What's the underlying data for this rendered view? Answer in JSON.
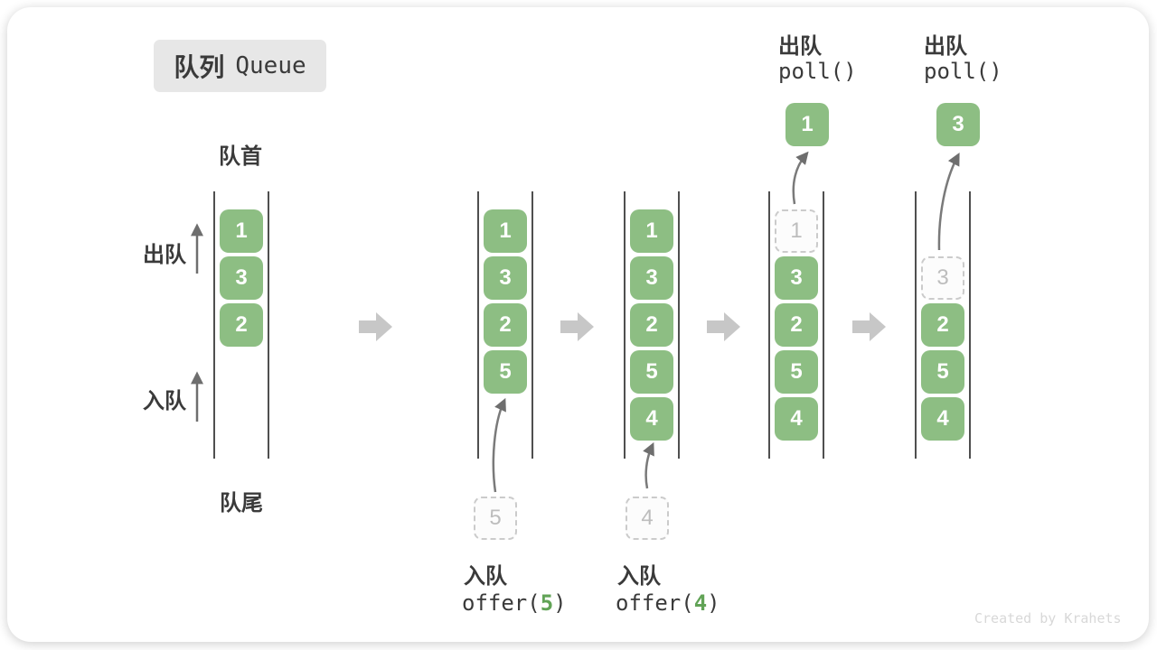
{
  "title": {
    "zh": "队列",
    "en": "Queue"
  },
  "side_labels": {
    "front": "队首",
    "rear": "队尾",
    "dequeue": "出队",
    "enqueue": "入队"
  },
  "queues": [
    {
      "name": "state-1",
      "boxes": [
        {
          "slot": 0,
          "val": "1",
          "style": "solid"
        },
        {
          "slot": 1,
          "val": "3",
          "style": "solid"
        },
        {
          "slot": 2,
          "val": "2",
          "style": "solid"
        }
      ]
    },
    {
      "name": "state-2",
      "boxes": [
        {
          "slot": 0,
          "val": "1",
          "style": "solid"
        },
        {
          "slot": 1,
          "val": "3",
          "style": "solid"
        },
        {
          "slot": 2,
          "val": "2",
          "style": "solid"
        },
        {
          "slot": 3,
          "val": "5",
          "style": "solid"
        }
      ],
      "incoming": {
        "val": "5"
      }
    },
    {
      "name": "state-3",
      "boxes": [
        {
          "slot": 0,
          "val": "1",
          "style": "solid"
        },
        {
          "slot": 1,
          "val": "3",
          "style": "solid"
        },
        {
          "slot": 2,
          "val": "2",
          "style": "solid"
        },
        {
          "slot": 3,
          "val": "5",
          "style": "solid"
        },
        {
          "slot": 4,
          "val": "4",
          "style": "solid"
        }
      ],
      "incoming": {
        "val": "4"
      }
    },
    {
      "name": "state-4",
      "boxes": [
        {
          "slot": 0,
          "val": "1",
          "style": "dashed"
        },
        {
          "slot": 1,
          "val": "3",
          "style": "solid"
        },
        {
          "slot": 2,
          "val": "2",
          "style": "solid"
        },
        {
          "slot": 3,
          "val": "5",
          "style": "solid"
        },
        {
          "slot": 4,
          "val": "4",
          "style": "solid"
        }
      ],
      "outgoing": {
        "val": "1"
      },
      "op": {
        "zh": "出队",
        "code": "poll()"
      }
    },
    {
      "name": "state-5",
      "boxes": [
        {
          "slot": 1,
          "val": "3",
          "style": "dashed"
        },
        {
          "slot": 2,
          "val": "2",
          "style": "solid"
        },
        {
          "slot": 3,
          "val": "5",
          "style": "solid"
        },
        {
          "slot": 4,
          "val": "4",
          "style": "solid"
        }
      ],
      "outgoing": {
        "val": "3"
      },
      "op": {
        "zh": "出队",
        "code": "poll()"
      }
    }
  ],
  "bottom_ops": [
    {
      "zh": "入队",
      "code_pre": "offer(",
      "arg": "5",
      "code_post": ")"
    },
    {
      "zh": "入队",
      "code_pre": "offer(",
      "arg": "4",
      "code_post": ")"
    }
  ],
  "watermark": "Created by Krahets",
  "colors": {
    "box_green": "#8dbe83",
    "code_green": "#61a356",
    "block_arrow": "#c7c7c7",
    "flow_arrow": "#7a7a7a",
    "line": "#4f4f4f",
    "watermark": "#d8d8d8",
    "badge_bg": "#e7e7e7",
    "text": "#3a3a3a"
  }
}
